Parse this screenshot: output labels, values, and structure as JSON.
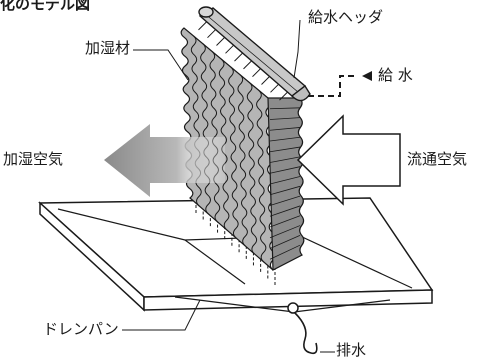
{
  "title": "化のモデル図",
  "labels": {
    "header": "給水ヘッダ",
    "media": "加湿材",
    "water_in": "給 水",
    "humid_air": "加湿空気",
    "airflow": "流通空気",
    "pan": "ドレンパン",
    "drain": "排水"
  },
  "colors": {
    "stroke": "#1a1a1a",
    "media_front": "#b5b5b5",
    "media_side": "#8c8c8c",
    "arrow_grey": "#999999",
    "header_fill": "#bdbdbd"
  }
}
